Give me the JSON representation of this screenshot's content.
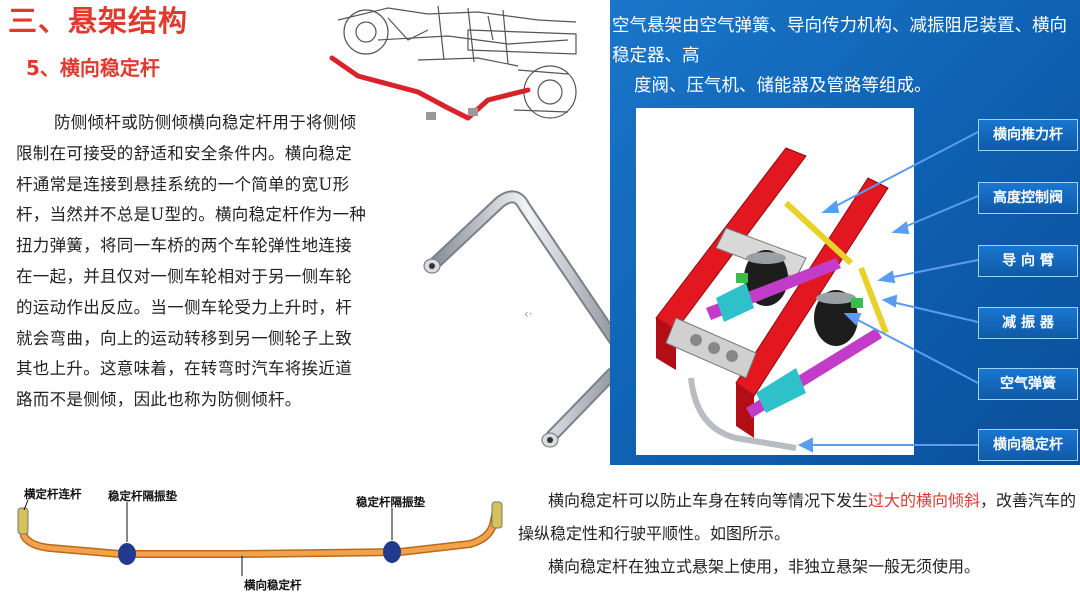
{
  "heading": {
    "title": "三、悬架结构",
    "subtitle": "5、横向稳定杆"
  },
  "left_paragraph": "防侧倾杆或防侧倾横向稳定杆用于将侧倾限制在可接受的舒适和安全条件内。横向稳定杆通常是连接到悬挂系统的一个简单的宽U形杆，当然并不总是U型的。横向稳定杆作为一种扭力弹簧，将同一车桥的两个车轮弹性地连接在一起，并且仅对一侧车轮相对于另一侧车轮的运动作出反应。当一侧车轮受力上升时，杆就会弯曲，向上的运动转移到另一侧轮子上致其也上升。这意味着，在转弯时汽车将挨近道路而不是侧倾，因此也称为防侧倾杆。",
  "air_suspension": {
    "line1": "空气悬架由空气弹簧、导向传力机构、减振阻尼装置、横向稳定器、高",
    "line2": "度阀、压气机、储能器及管路等组成。",
    "callouts": [
      "横向推力杆",
      "高度控制阀",
      "导 向 臂",
      "减 振 器",
      "空气弹簧",
      "横向稳定杆"
    ]
  },
  "bar_diagram": {
    "labels": {
      "link": "横定杆连杆",
      "bushing_left": "稳定杆隔振垫",
      "bushing_right": "稳定杆隔振垫",
      "bar": "横向稳定杆"
    }
  },
  "bottom_text": {
    "p1_before": "横向稳定杆可以防止车身在转向等情况下发生",
    "p1_highlight": "过大的横向倾斜",
    "p1_after": "，改善汽车的操纵稳定性和行驶平顺性。如图所示。",
    "p2": "横向稳定杆在独立式悬架上使用，非独立悬架一般无须使用。"
  },
  "colors": {
    "title_red": "#e03a2f",
    "panel_blue": "#1469bf",
    "bar_orange": "#f0963c"
  }
}
